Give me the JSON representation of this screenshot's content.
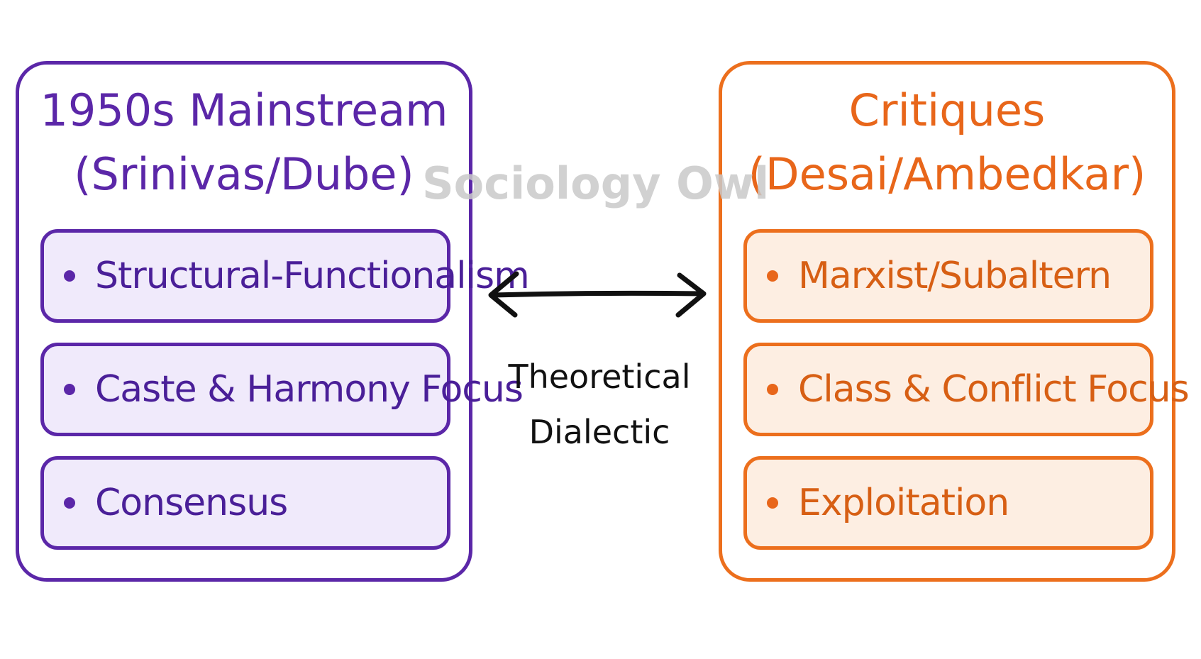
{
  "left_panel": {
    "title_line1": "1950s Mainstream",
    "title_line2": "(Srinivas/Dube)",
    "color": "#5b27a8",
    "fill": "#f0eafb",
    "items": [
      {
        "label": "Structural-Functionalism"
      },
      {
        "label": "Caste & Harmony Focus"
      },
      {
        "label": "Consensus"
      }
    ]
  },
  "right_panel": {
    "title_line1": "Critiques",
    "title_line2": "(Desai/Ambedkar)",
    "color": "#ec6f1d",
    "fill": "#fdeee2",
    "items": [
      {
        "label": "Marxist/Subaltern"
      },
      {
        "label": "Class & Conflict Focus"
      },
      {
        "label": "Exploitation"
      }
    ]
  },
  "connector": {
    "icon": "double-headed-arrow",
    "label_line1": "Theoretical",
    "label_line2": "Dialectic"
  },
  "watermark": {
    "text": "Sociology Owl"
  }
}
